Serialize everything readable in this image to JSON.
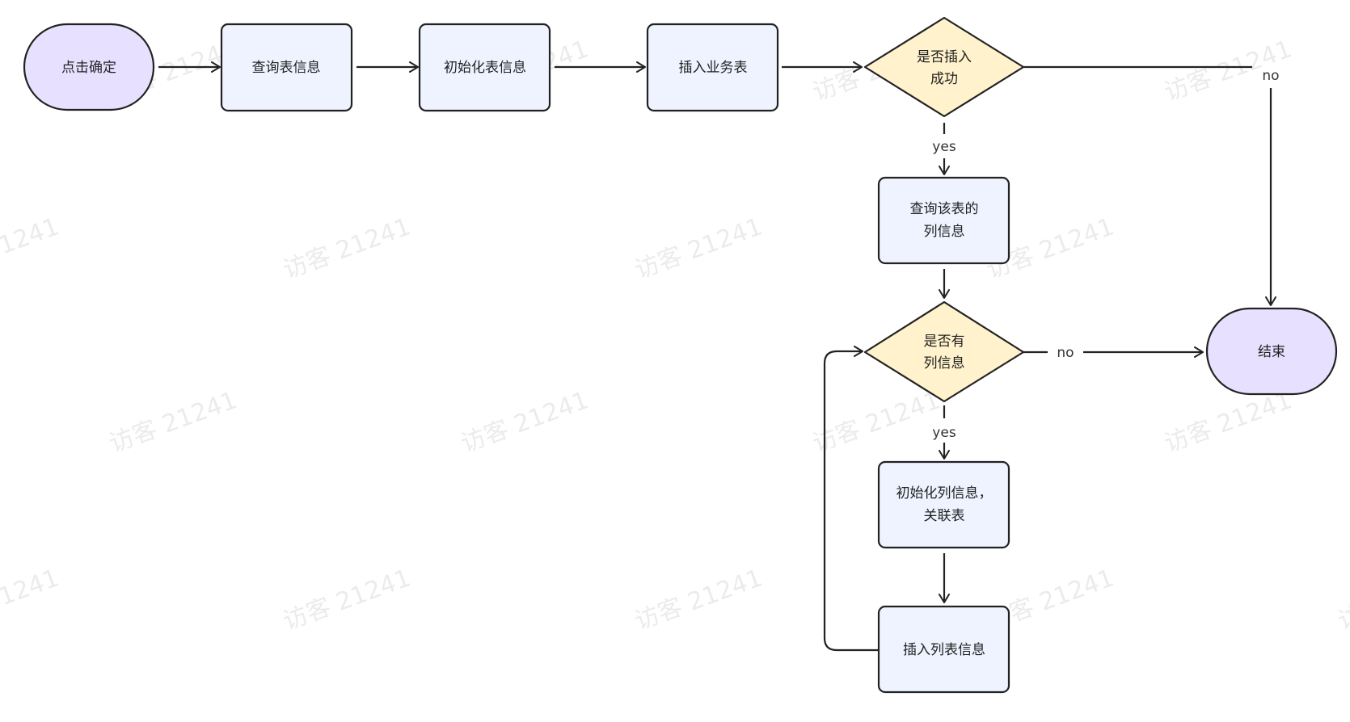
{
  "watermark_text": "访客 21241",
  "nodes": {
    "start": {
      "label": "点击确定"
    },
    "query_table": {
      "label": "查询表信息"
    },
    "init_table": {
      "label": "初始化表信息"
    },
    "insert_business": {
      "label": "插入业务表"
    },
    "insert_success": {
      "label_line1": "是否插入",
      "label_line2": "成功"
    },
    "query_columns": {
      "label_line1": "查询该表的",
      "label_line2": "列信息"
    },
    "has_columns": {
      "label_line1": "是否有",
      "label_line2": "列信息"
    },
    "init_columns": {
      "label_line1": "初始化列信息，",
      "label_line2": "关联表"
    },
    "insert_columns": {
      "label": "插入列表信息"
    },
    "end": {
      "label": "结束"
    }
  },
  "edge_labels": {
    "success_no": "no",
    "success_yes": "yes",
    "has_columns_no": "no",
    "has_columns_yes": "yes"
  },
  "colors": {
    "terminal_fill": "#e8e0ff",
    "process_fill": "#eef3ff",
    "decision_fill": "#fff2cc",
    "stroke": "#222222"
  }
}
